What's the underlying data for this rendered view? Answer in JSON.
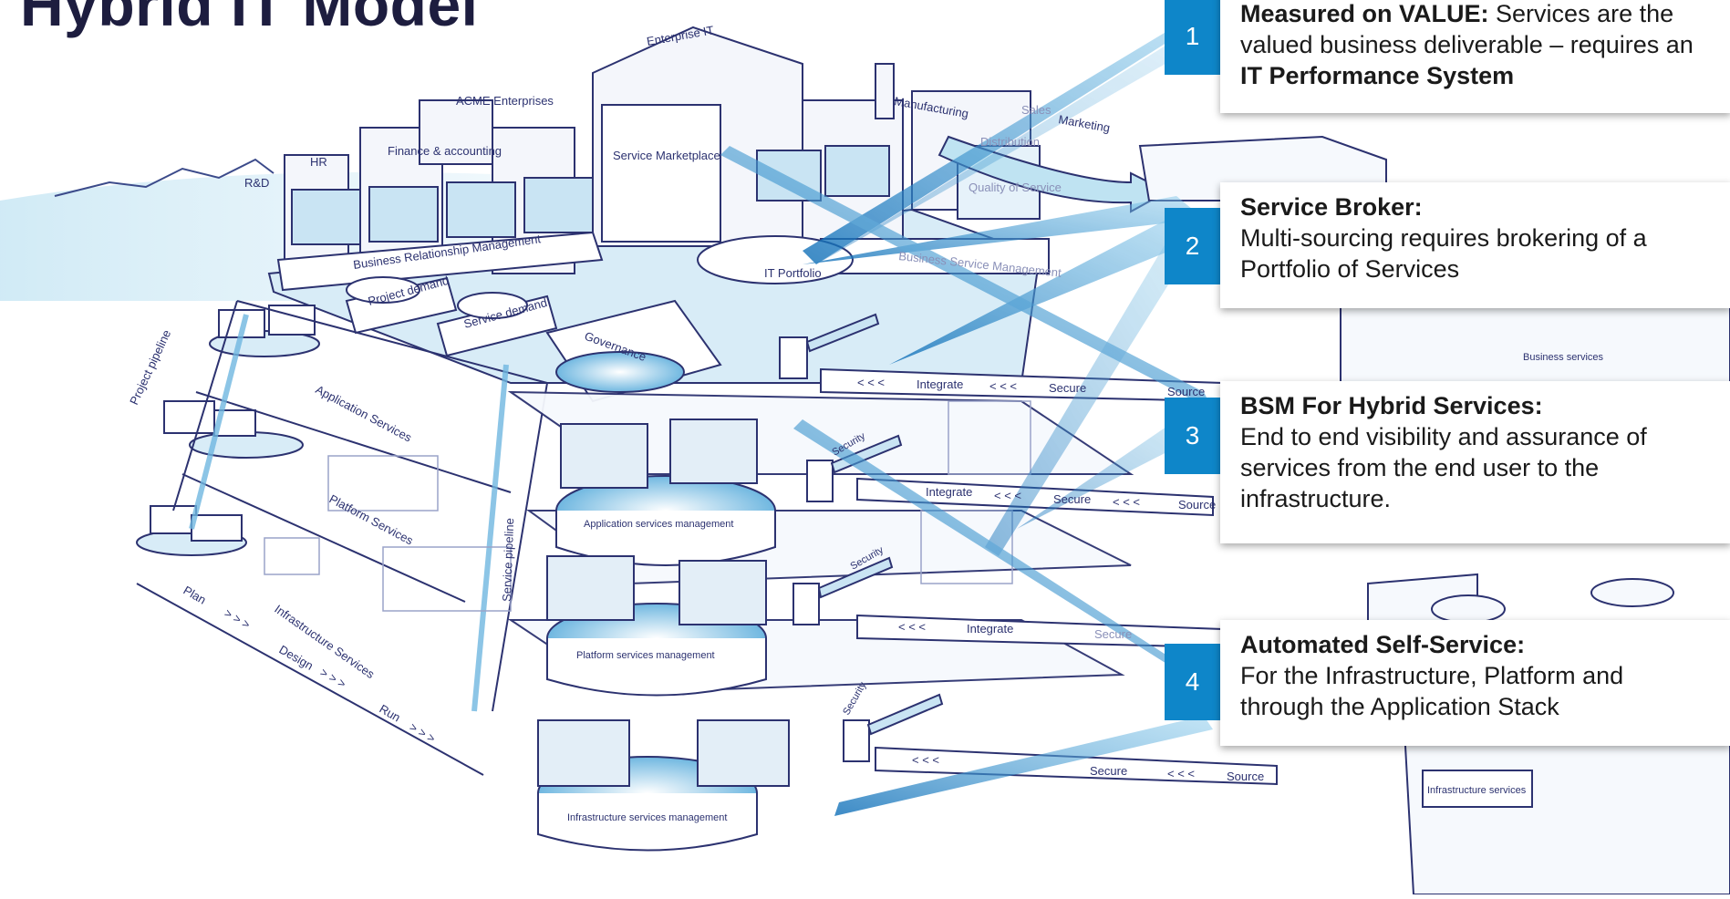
{
  "title": "Hybrid IT Model",
  "illustration": {
    "top_labels": [
      "Enterprise IT",
      "ACME Enterprises",
      "Manufacturing",
      "Sales",
      "Marketing",
      "Distribution",
      "HR",
      "Finance & accounting",
      "R&D",
      "Service Marketplace",
      "Quality of Service",
      "IT Portfolio",
      "Business Relationship Management",
      "Business Service Management"
    ],
    "demand_labels": [
      "Project demand",
      "Service demand",
      "Governance"
    ],
    "side_labels": [
      "Project pipeline",
      "Service pipeline",
      "Application Services",
      "Platform Services",
      "Infrastructure Services"
    ],
    "lifecycle": {
      "plan": "Plan",
      "design": "Design",
      "run": "Run",
      "arrows": "> > >"
    },
    "pods": [
      "Application services management",
      "Platform services management",
      "Infrastructure services management"
    ],
    "flow": {
      "integrate": "Integrate",
      "secure": "Secure",
      "source": "Source",
      "arrows": "< < <",
      "security": "Security"
    },
    "right_labels": [
      "Business services",
      "Infrastructure services"
    ]
  },
  "callouts": [
    {
      "number": "1",
      "bold": "Measured on VALUE:",
      "text": " Services are the valued business deliverable – requires an ",
      "bold2": "IT Performance System",
      "text2": ""
    },
    {
      "number": "2",
      "bold": "Service Broker:",
      "text": "Multi-sourcing requires brokering of a Portfolio of Services",
      "bold2": "",
      "text2": ""
    },
    {
      "number": "3",
      "bold": "BSM For Hybrid Services:",
      "text": "End to end visibility and assurance of services from the end user to the infrastructure.",
      "bold2": "",
      "text2": ""
    },
    {
      "number": "4",
      "bold": "Automated Self-Service:",
      "text": "For the Infrastructure, Platform and through the Application Stack",
      "bold2": "",
      "text2": ""
    }
  ],
  "colors": {
    "badge": "#0e86c9",
    "beam": "#1a8fd1",
    "sketch": "#2c3270",
    "sky": "#bfe3f2"
  }
}
